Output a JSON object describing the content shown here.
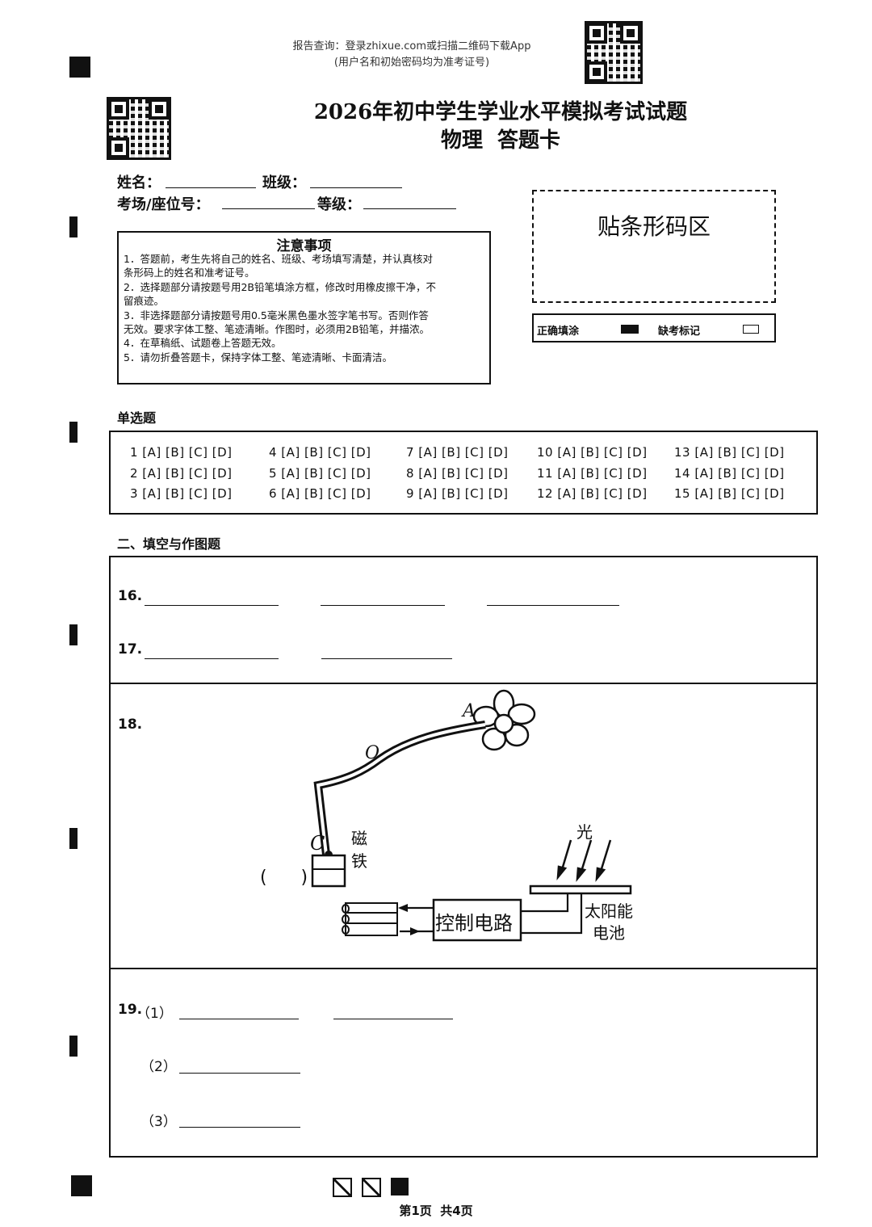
{
  "header": {
    "download_line1": "报告查询：登录zhixue.com或扫描二维码下载App",
    "download_line2": "(用户名和初始密码均为准考证号)",
    "title_line1": "2026年初中学生学业水平模拟考试试题",
    "title_line2": "物理  答题卡"
  },
  "student_info": {
    "name_label": "姓名：",
    "class_label": "班级：",
    "seat_label": "考场/座位号：",
    "grade_label": "等级："
  },
  "barcode_area": {
    "label": "贴条形码区"
  },
  "fill_legend": {
    "correct_label": "正确填涂",
    "absent_label": "缺考标记"
  },
  "notes": {
    "title": "注意事项",
    "items": [
      "1．答题前，考生先将自己的姓名、班级、考场填写清楚，并认真核对",
      "条形码上的姓名和准考证号。",
      "2．选择题部分请按题号用2B铅笔填涂方框，修改时用橡皮擦干净，不",
      "留痕迹。",
      "3．非选择题部分请按题号用0.5毫米黑色墨水签字笔书写。否则作答",
      "无效。要求字体工整、笔迹清晰。作图时，必须用2B铅笔，并描浓。",
      "4．在草稿纸、试题卷上答题无效。",
      "5．请勿折叠答题卡，保持字体工整、笔迹清晰、卡面清洁。"
    ]
  },
  "section1": {
    "title": "单选题",
    "questions": [
      "1 [A] [B] [C] [D]",
      "2 [A] [B] [C] [D]",
      "3 [A] [B] [C] [D]",
      "4 [A] [B] [C] [D]",
      "5 [A] [B] [C] [D]",
      "6 [A] [B] [C] [D]",
      "7 [A] [B] [C] [D]",
      "8 [A] [B] [C] [D]",
      "9 [A] [B] [C] [D]",
      "10 [A] [B] [C] [D]",
      "11 [A] [B] [C] [D]",
      "12 [A] [B] [C] [D]",
      "13 [A] [B] [C] [D]",
      "14 [A] [B] [C] [D]",
      "15 [A] [B] [C] [D]"
    ]
  },
  "section2": {
    "title": "二、填空与作图题",
    "q16": "16.",
    "q17": "17.",
    "q18": "18.",
    "q19": "19.",
    "q19_parts": [
      "（1）",
      "（2）",
      "（3）"
    ]
  },
  "figure18": {
    "point_a": "A",
    "point_o": "O",
    "point_c": "C",
    "magnet_line1": "磁",
    "magnet_line2": "铁",
    "bracket": "(      )",
    "light_label": "光",
    "control_label": "控制电路",
    "solar_line1": "太阳能",
    "solar_line2": "电池"
  },
  "footer": {
    "page_info": "第1页  共4页"
  }
}
